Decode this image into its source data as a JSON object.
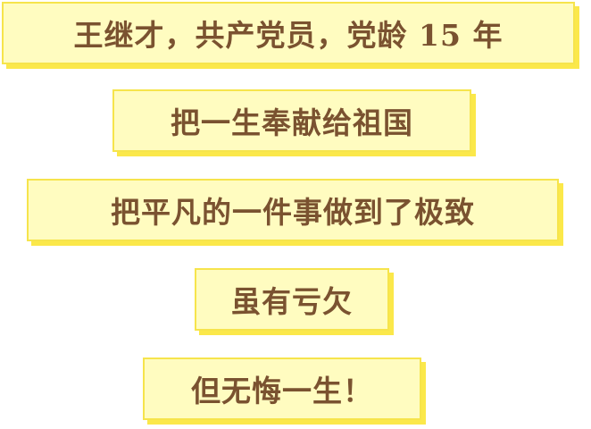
{
  "lines": [
    "王继才，共产党员，党龄 15 年",
    "把一生奉献给祖国",
    "把平凡的一件事做到了极致",
    "虽有亏欠",
    "但无悔一生！"
  ],
  "colors": {
    "box_fill": "#fffcc0",
    "box_border": "#f6e44c",
    "shadow": "#fbe84a",
    "text": "#7a5230"
  }
}
